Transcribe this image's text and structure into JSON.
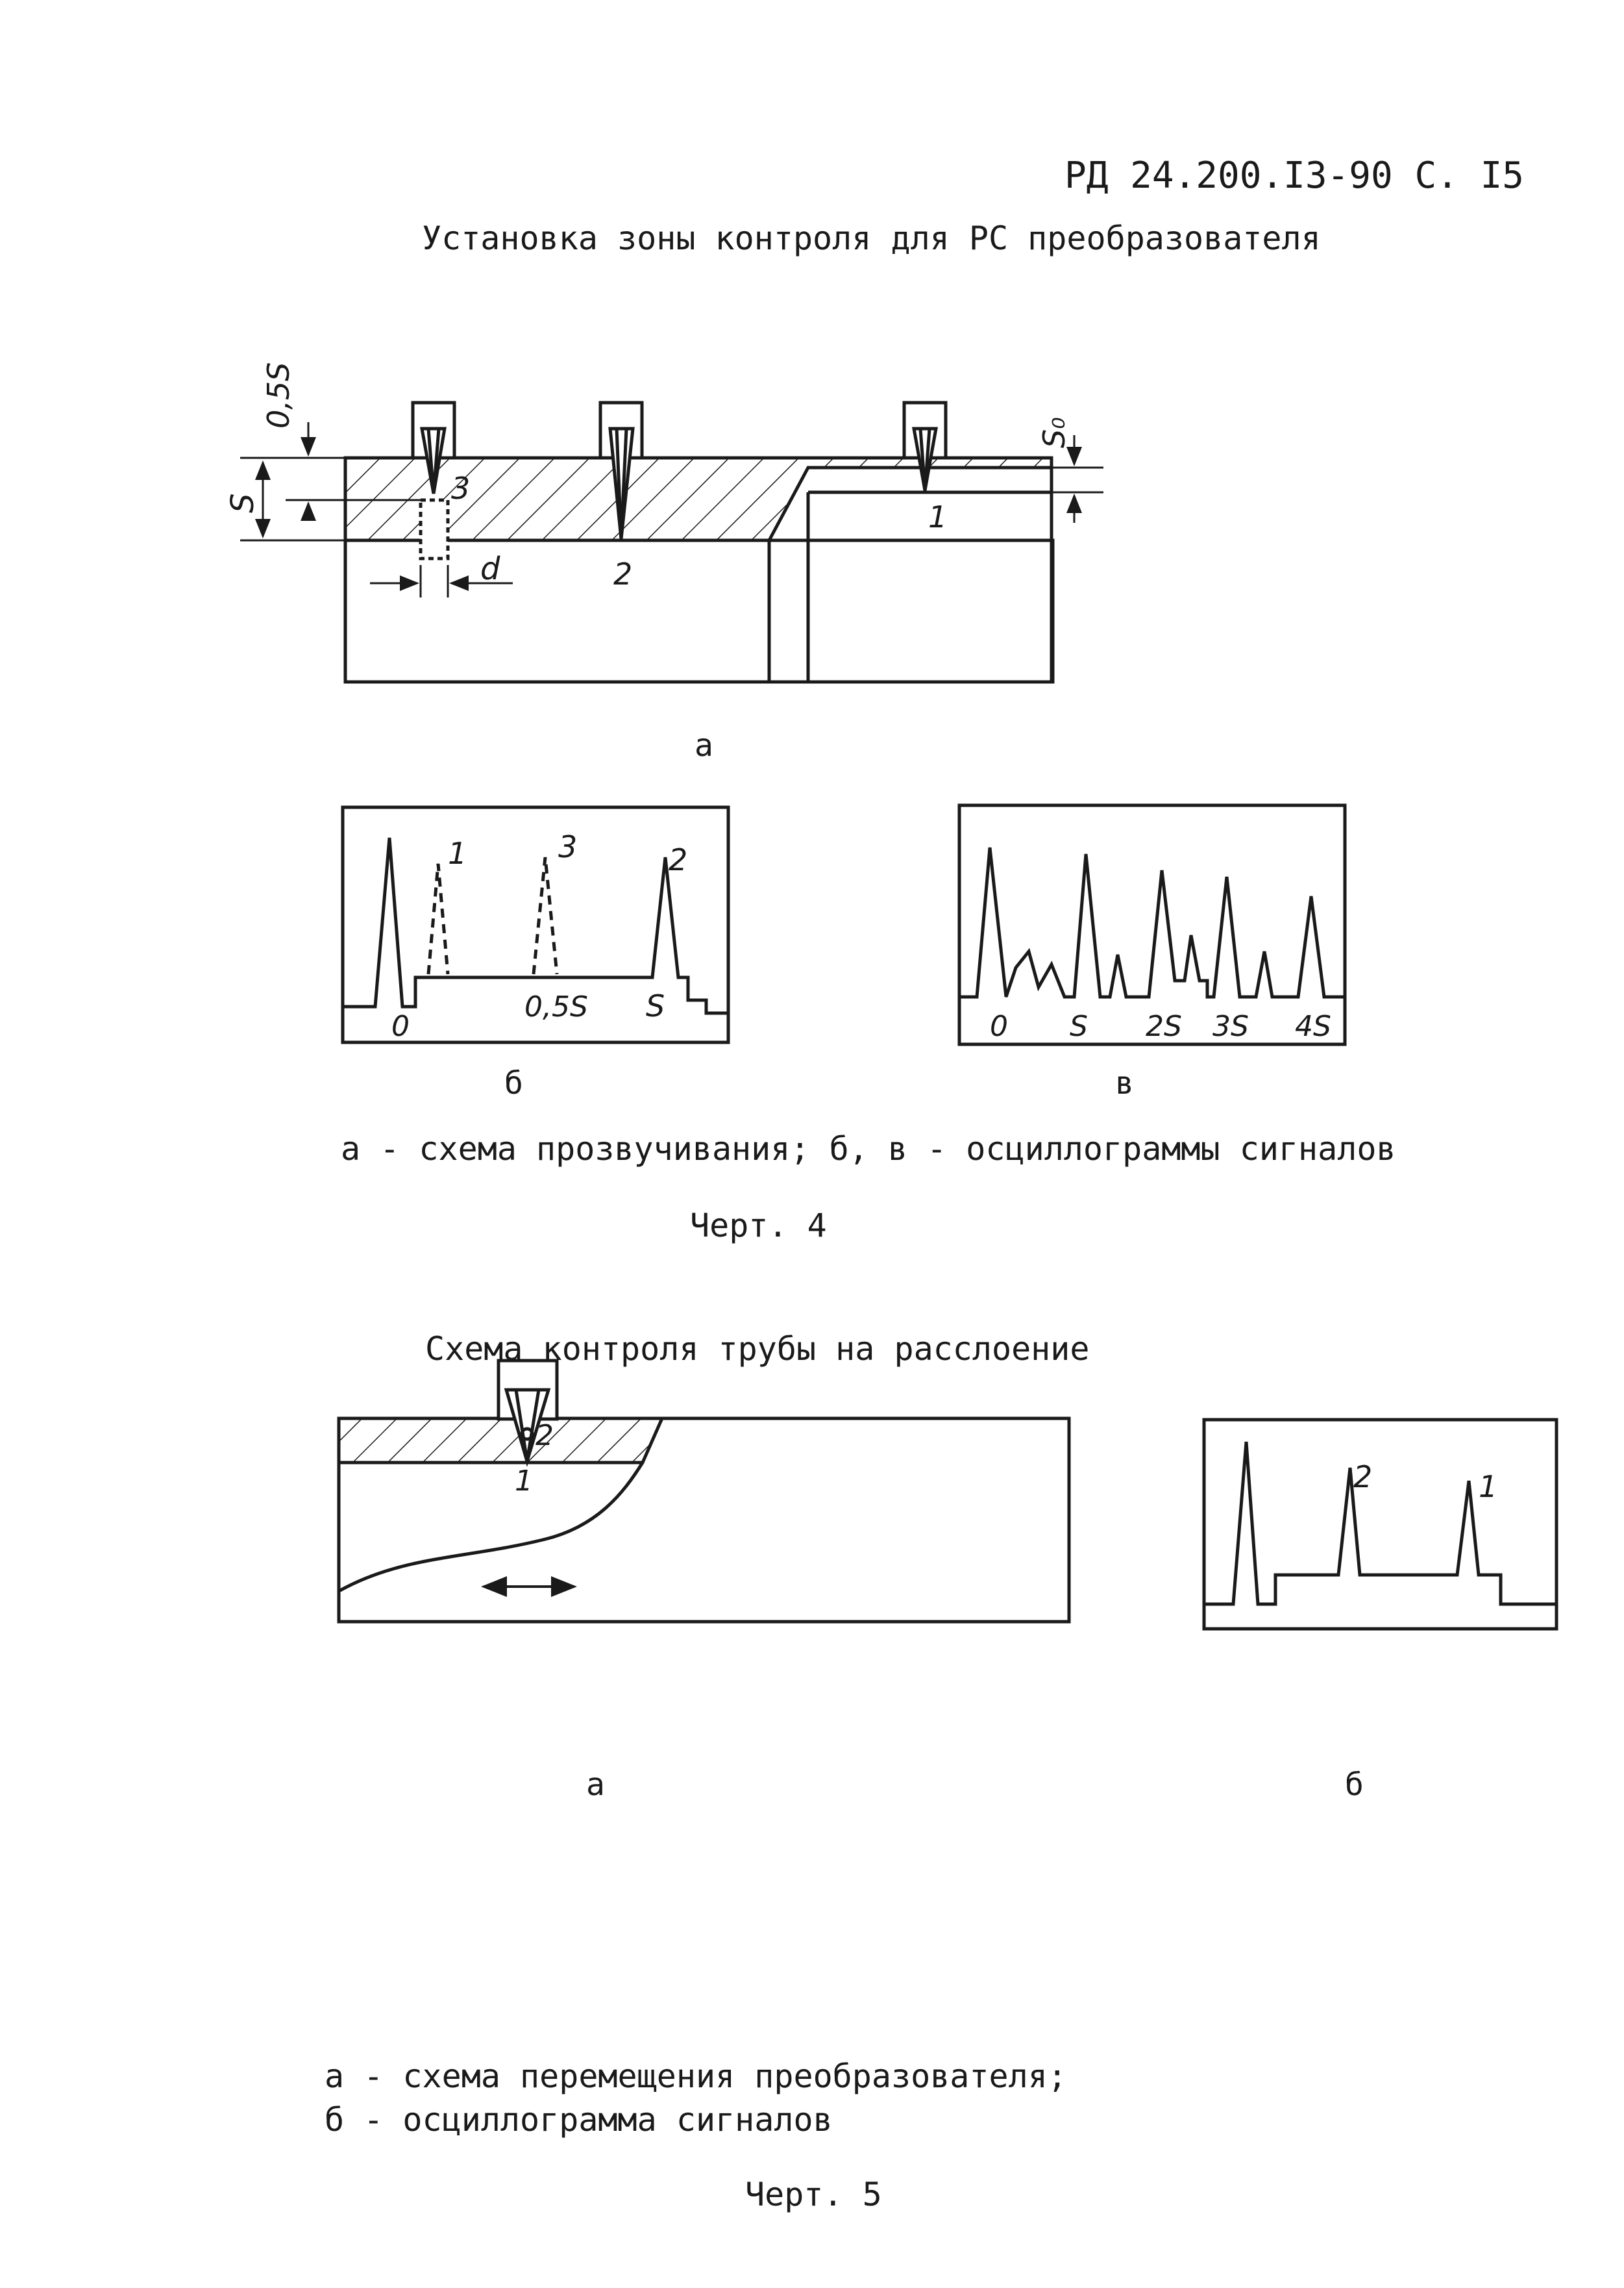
{
  "header": "РД 24.200.I3-90 С. I5",
  "figure4": {
    "title": "Установка зоны контроля для РС преобразователя",
    "scheme_labels": {
      "half_s": "0,5S",
      "s": "S",
      "s0": "S₀",
      "d": "d",
      "reflector_3": "3",
      "reflector_2": "2",
      "reflector_1": "1"
    },
    "label_a": "а",
    "osc_b": {
      "peaks": [
        "1",
        "3",
        "2"
      ],
      "axis_ticks": [
        "0",
        "0,5S",
        "S"
      ]
    },
    "osc_v": {
      "axis_ticks": [
        "0",
        "S",
        "2S",
        "3S",
        "4S"
      ]
    },
    "label_b": "б",
    "label_v": "в",
    "caption": "а - схема прозвучивания; б, в - осциллограммы сигналов",
    "name": "Черт. 4"
  },
  "figure5": {
    "title": "Схема контроля трубы на расслоение",
    "scheme_labels": {
      "reflector_2": "2",
      "reflector_1": "1"
    },
    "osc_b": {
      "peaks": [
        "2",
        "1"
      ]
    },
    "label_a": "а",
    "label_b": "б",
    "caption_line1": "а - схема перемещения преобразователя;",
    "caption_line2": "б - осциллограмма сигналов",
    "name": "Черт. 5"
  }
}
